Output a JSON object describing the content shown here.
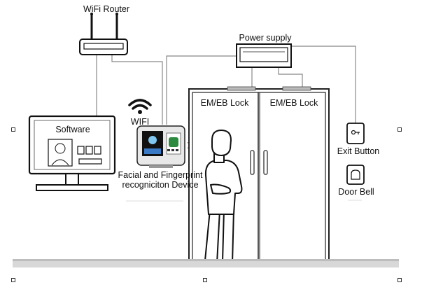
{
  "labels": {
    "wifi_router": "WiFi Router",
    "power_supply": "Power supply",
    "wifi": "WIFI",
    "software": "Software",
    "lock_left": "EM/EB Lock",
    "lock_right": "EM/EB Lock",
    "device_line1": "Facial and Fingerprint",
    "device_line2": "recogniciton Device",
    "exit_button": "Exit Button",
    "door_bell": "Door Bell"
  },
  "icons": [
    "wifi-router-icon",
    "power-supply-icon",
    "wifi-signal-icon",
    "computer-monitor-icon",
    "face-recognition-terminal-icon",
    "person-icon",
    "double-door-icon",
    "exit-button-icon",
    "door-bell-icon"
  ]
}
